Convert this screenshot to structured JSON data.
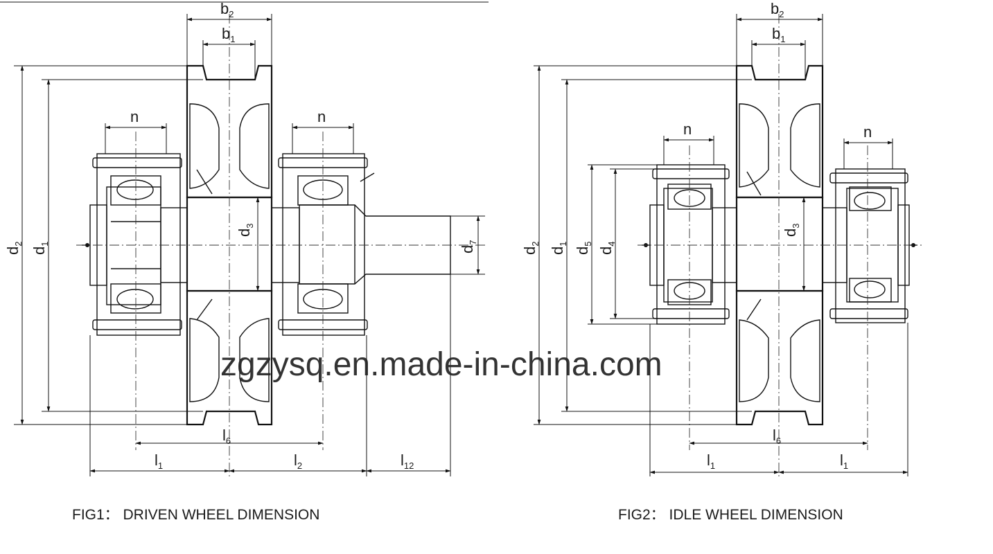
{
  "watermark": "zgzysq.en.made-in-china.com",
  "figures": [
    {
      "id": "fig1",
      "caption": "FIG1： DRIVEN WHEEL DIMENSION",
      "labels": {
        "b2": {
          "main": "b",
          "sub": "2"
        },
        "b1": {
          "main": "b",
          "sub": "1"
        },
        "n_left": {
          "main": "n",
          "sub": ""
        },
        "n_right": {
          "main": "n",
          "sub": ""
        },
        "d2": {
          "main": "d",
          "sub": "2"
        },
        "d1": {
          "main": "d",
          "sub": "1"
        },
        "d3": {
          "main": "d",
          "sub": "3"
        },
        "d7": {
          "main": "d",
          "sub": "7"
        },
        "l6": {
          "main": "l",
          "sub": "6"
        },
        "l1": {
          "main": "l",
          "sub": "1"
        },
        "l2": {
          "main": "l",
          "sub": "2"
        },
        "l12": {
          "main": "l",
          "sub": "12"
        }
      }
    },
    {
      "id": "fig2",
      "caption": "FIG2： IDLE WHEEL DIMENSION",
      "labels": {
        "b2": {
          "main": "b",
          "sub": "2"
        },
        "b1": {
          "main": "b",
          "sub": "1"
        },
        "n_left": {
          "main": "n",
          "sub": ""
        },
        "n_right": {
          "main": "n",
          "sub": ""
        },
        "d2": {
          "main": "d",
          "sub": "2"
        },
        "d1": {
          "main": "d",
          "sub": "1"
        },
        "d5": {
          "main": "d",
          "sub": "5"
        },
        "d4": {
          "main": "d",
          "sub": "4"
        },
        "d3": {
          "main": "d",
          "sub": "3"
        },
        "l6": {
          "main": "l",
          "sub": "6"
        },
        "l1_left": {
          "main": "l",
          "sub": "1"
        },
        "l1_right": {
          "main": "l",
          "sub": "1"
        }
      }
    }
  ]
}
